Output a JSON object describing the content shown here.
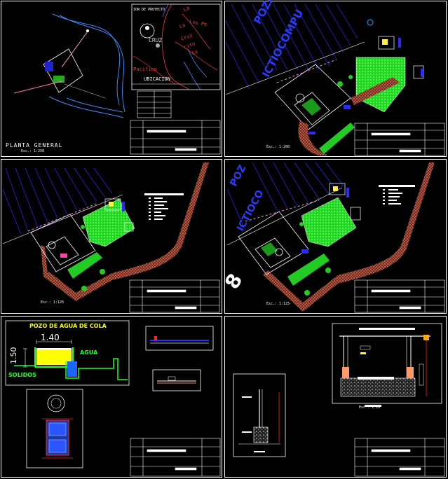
{
  "sheets": {
    "planta_general": {
      "title": "PLANTA GENERAL",
      "scale": "Esc.: 1:250",
      "ubicacion_label": "UBICACION",
      "map_header": "ION DE PROYECTO",
      "map_town": "CRUZ",
      "map_words": [
        "La",
        "Los Pe",
        "La",
        "Cruz",
        "cito",
        "La",
        "Pacifico"
      ]
    },
    "pozas_sheet": {
      "title_line1": "POZAS D",
      "title_line2": "ICTIOCOMPU",
      "scale": "Esc.: 1:200"
    },
    "sheet3": {
      "scale": "Esc.: 1:125"
    },
    "sheet4": {
      "title_line1": "POZ",
      "title_line2": "ICTIOCO",
      "big_number": "8",
      "scale": "Esc.: 1:125"
    },
    "pozo": {
      "title": "POZO DE AGUA DE COLA",
      "width_dim": "1.40",
      "height_dim": "1.50",
      "agua_label": "AGUA",
      "solidos_label": "SOLIDOS"
    },
    "section": {
      "scale": "Esc.: 1:20"
    }
  },
  "colors": {
    "frame": "#ffffff",
    "green": "#22ff22",
    "blue": "#2a2aff",
    "yellow": "#ffff00",
    "red": "#ff2222",
    "cyan": "#00ffff",
    "pink": "#ff88cc",
    "brick": "#e07a5f"
  }
}
